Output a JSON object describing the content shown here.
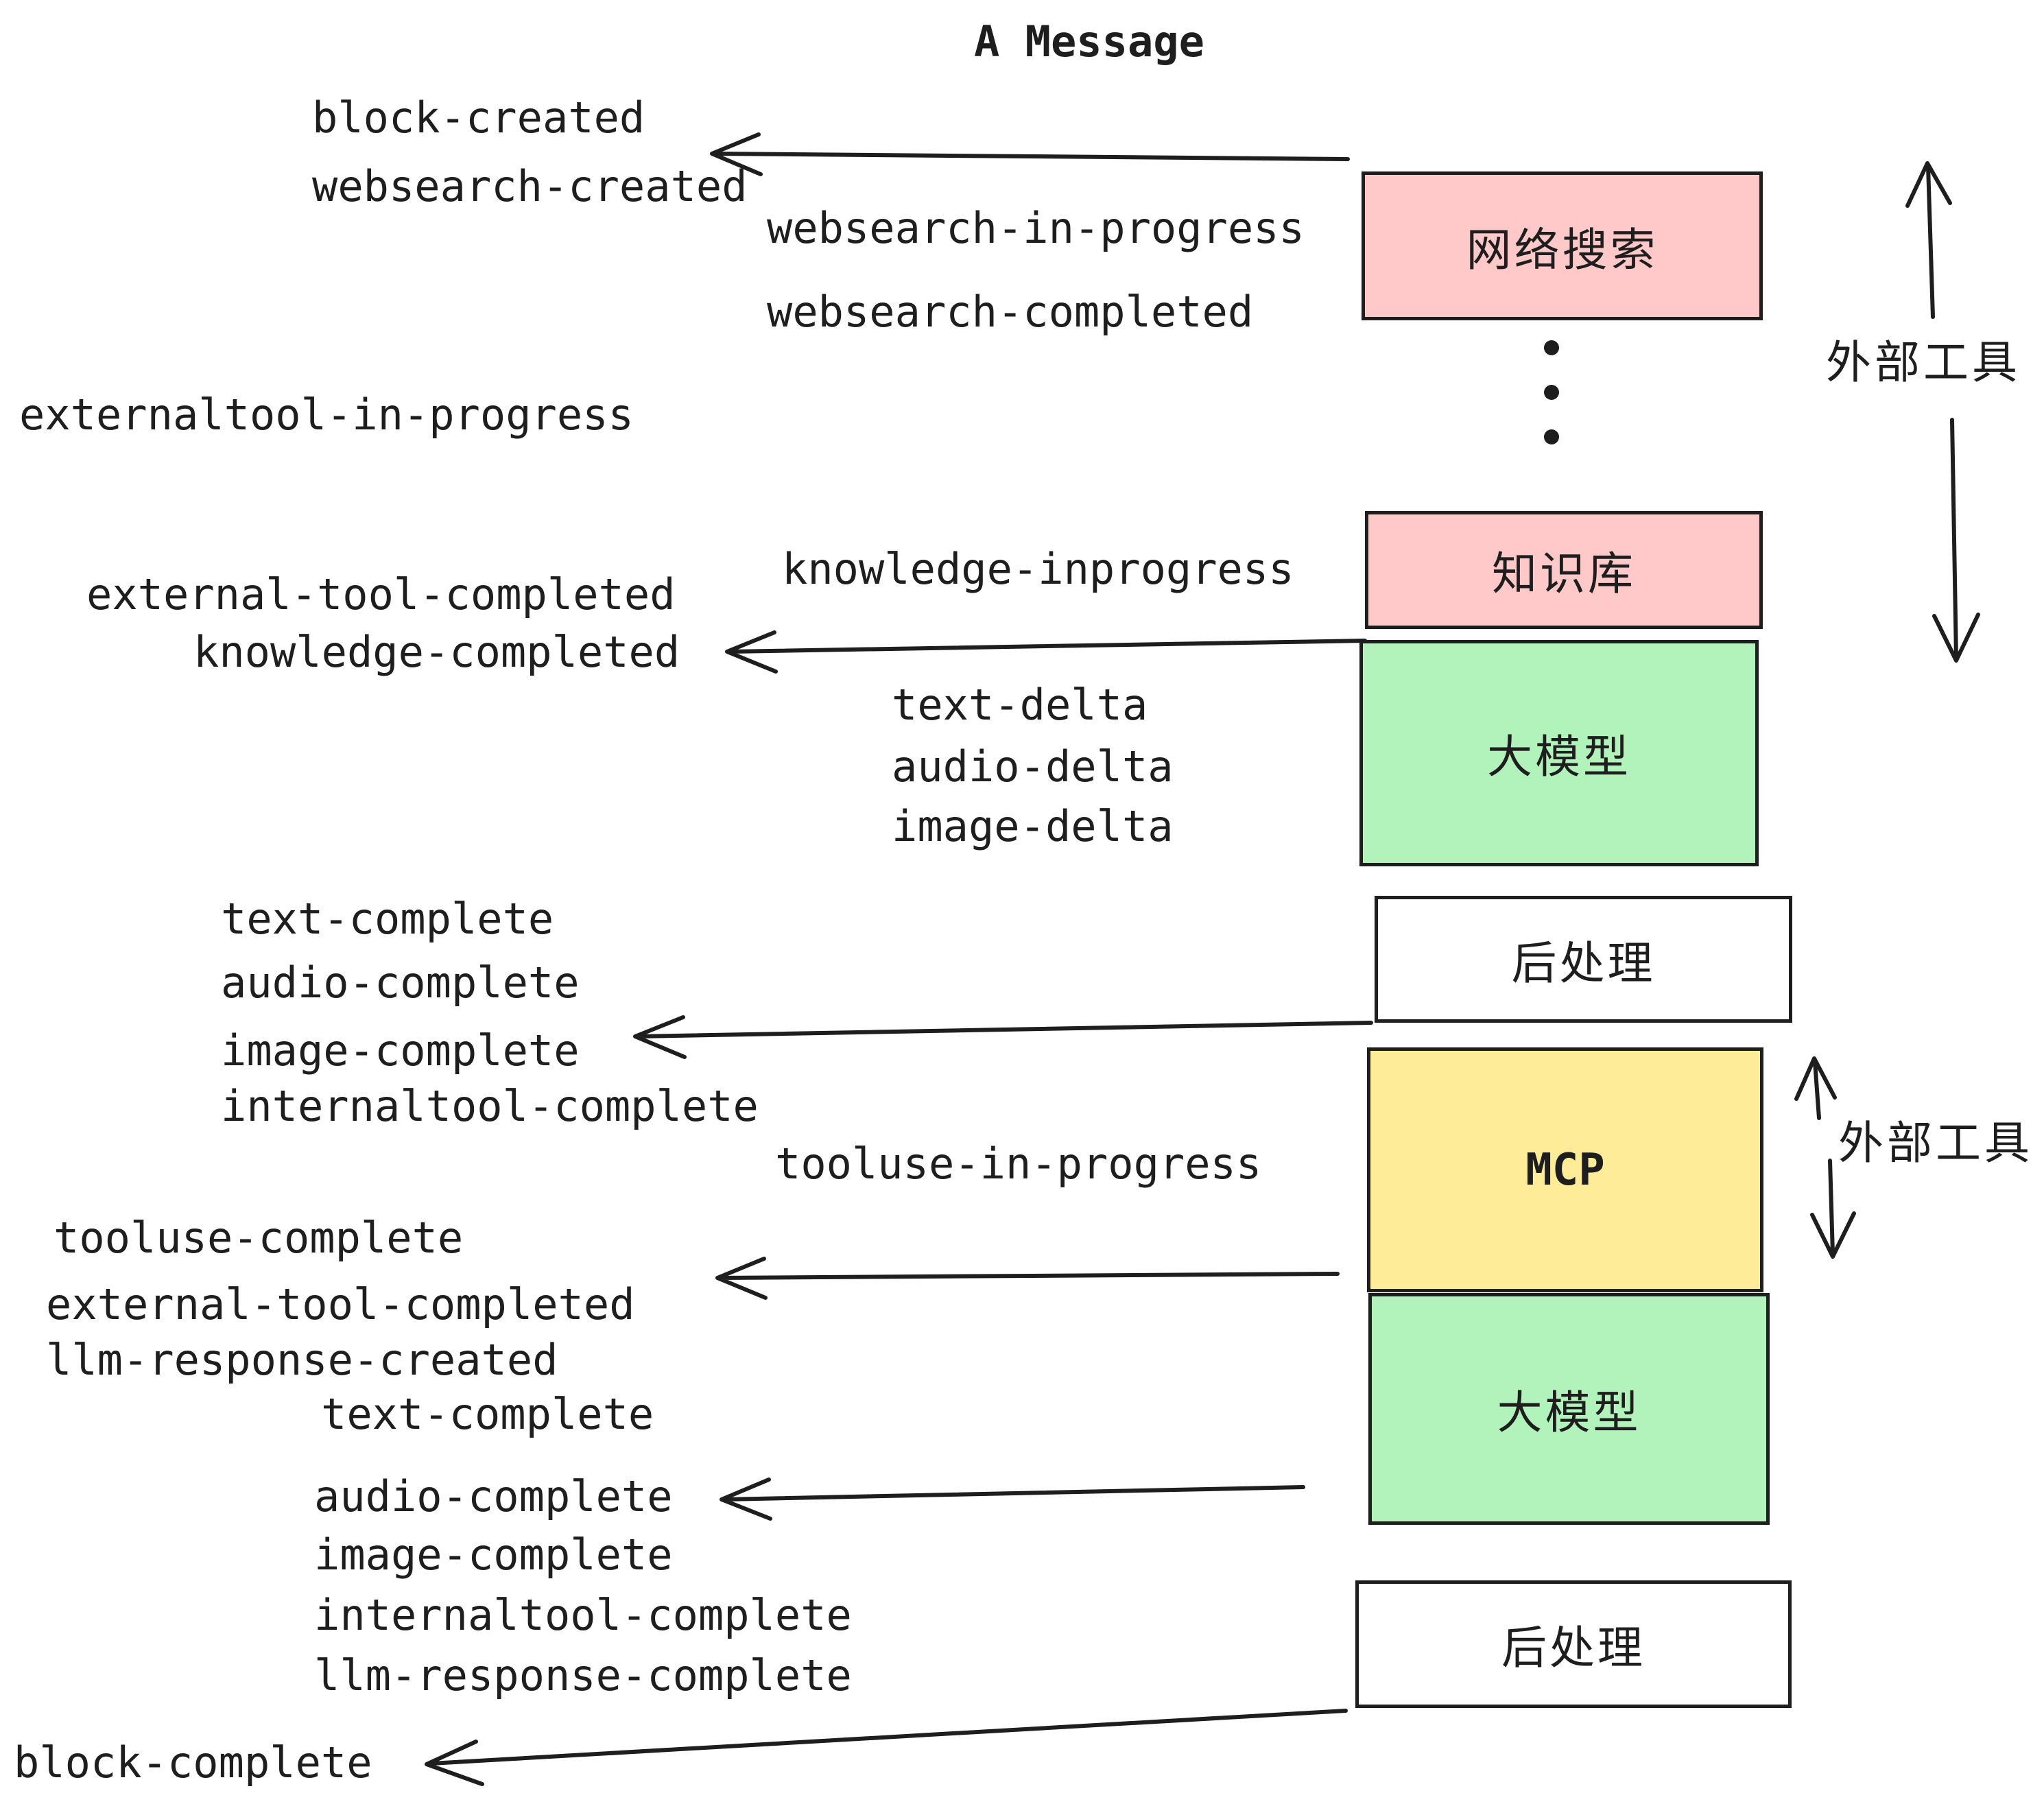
{
  "title": "A Message",
  "colors": {
    "border": "#1e1e1e",
    "text": "#1e1e1e",
    "pink": "#ffc9c9",
    "green": "#b2f2bb",
    "yellow": "#ffec99",
    "white": "#ffffff"
  },
  "boxes": [
    {
      "id": "web-search",
      "label": "网络搜索",
      "color": "#ffc9c9"
    },
    {
      "id": "knowledge-base",
      "label": "知识库",
      "color": "#ffc9c9"
    },
    {
      "id": "llm-1",
      "label": "大模型",
      "color": "#b2f2bb"
    },
    {
      "id": "post-process-1",
      "label": "后处理",
      "color": "#ffffff"
    },
    {
      "id": "mcp",
      "label": "MCP",
      "color": "#ffec99"
    },
    {
      "id": "llm-2",
      "label": "大模型",
      "color": "#b2f2bb"
    },
    {
      "id": "post-process-2",
      "label": "后处理",
      "color": "#ffffff"
    }
  ],
  "side_labels": [
    {
      "text": "外部工具"
    },
    {
      "text": "外部工具"
    }
  ],
  "events": [
    {
      "text": "block-created"
    },
    {
      "text": "websearch-created"
    },
    {
      "text": "websearch-in-progress"
    },
    {
      "text": "websearch-completed"
    },
    {
      "text": "externaltool-in-progress"
    },
    {
      "text": "knowledge-inprogress"
    },
    {
      "text": "external-tool-completed"
    },
    {
      "text": "knowledge-completed"
    },
    {
      "text": "text-delta"
    },
    {
      "text": "audio-delta"
    },
    {
      "text": "image-delta"
    },
    {
      "text": "text-complete"
    },
    {
      "text": "audio-complete"
    },
    {
      "text": "image-complete"
    },
    {
      "text": "internaltool-complete"
    },
    {
      "text": "tooluse-in-progress"
    },
    {
      "text": "tooluse-complete"
    },
    {
      "text": "external-tool-completed"
    },
    {
      "text": "llm-response-created"
    },
    {
      "text": "text-complete"
    },
    {
      "text": "audio-complete"
    },
    {
      "text": "image-complete"
    },
    {
      "text": "internaltool-complete"
    },
    {
      "text": "llm-response-complete"
    },
    {
      "text": "block-complete"
    }
  ]
}
